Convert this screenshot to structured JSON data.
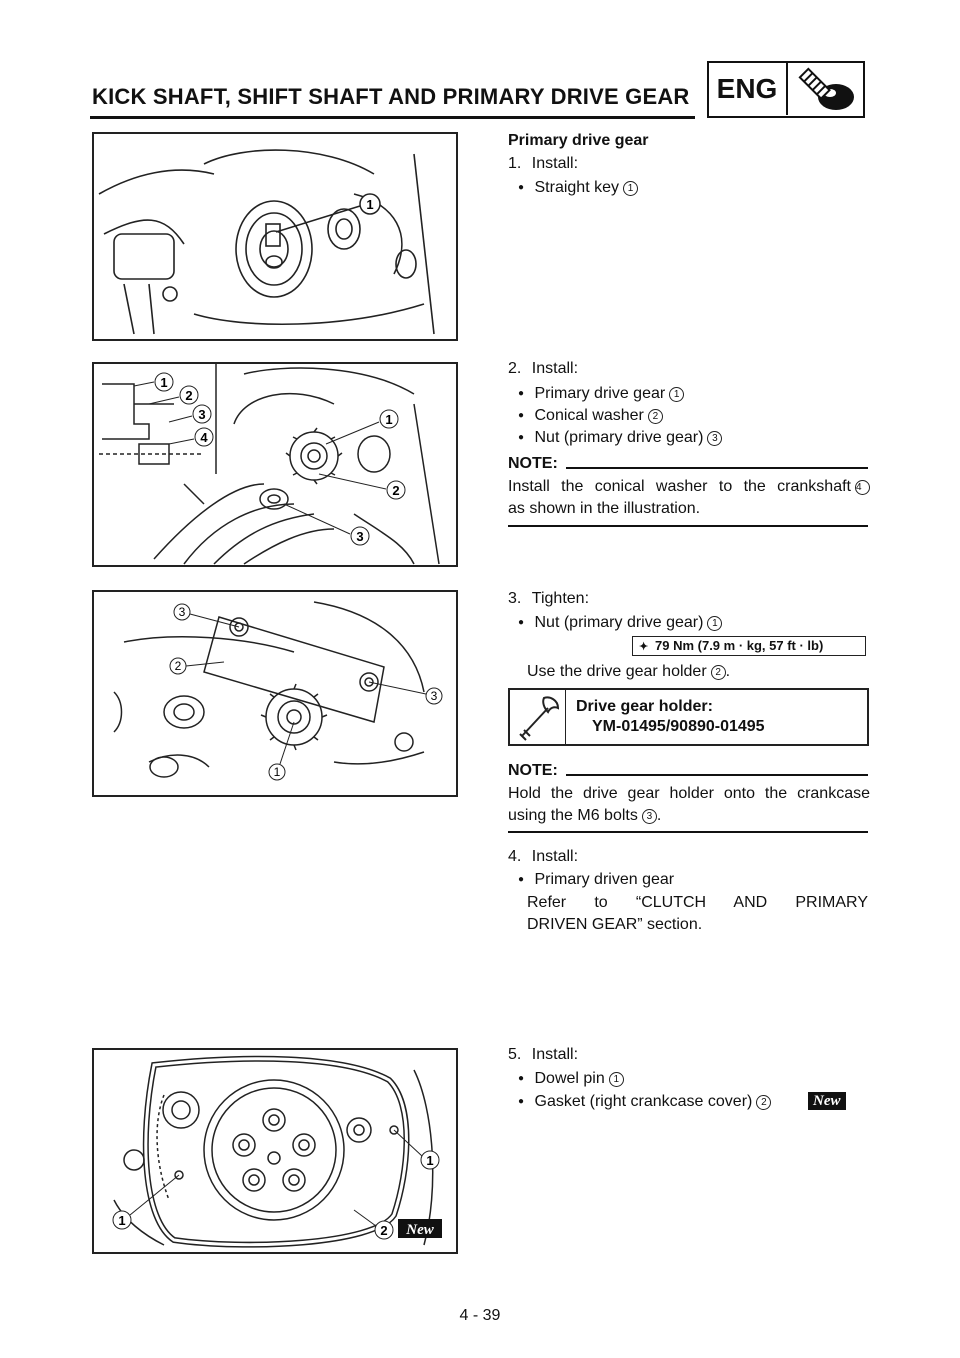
{
  "header": {
    "title": "KICK SHAFT, SHIFT SHAFT AND PRIMARY DRIVE GEAR",
    "section_code": "ENG",
    "section_icon": "engine-icon"
  },
  "step1": {
    "heading": "Primary drive gear",
    "number": "1.",
    "action": "Install:",
    "items": [
      {
        "text": "Straight key",
        "ref": "1"
      }
    ]
  },
  "step2": {
    "number": "2.",
    "action": "Install:",
    "items": [
      {
        "text": "Primary drive gear",
        "ref": "1"
      },
      {
        "text": "Conical washer",
        "ref": "2"
      },
      {
        "text": "Nut (primary drive gear)",
        "ref": "3"
      }
    ],
    "note_label": "NOTE:",
    "note_lines": [
      "Install the conical washer to the crankshaft",
      "as shown in the illustration."
    ],
    "note_ref": "4"
  },
  "step3": {
    "number": "3.",
    "action": "Tighten:",
    "items": [
      {
        "text": "Nut (primary drive gear)",
        "ref": "1"
      }
    ],
    "torque": "79 Nm (7.9 m · kg, 57 ft · lb)",
    "instruction": "Use the drive gear holder",
    "instruction_ref": "2",
    "tool_name": "Drive gear holder:",
    "tool_part": "YM-01495/90890-01495",
    "note_label": "NOTE:",
    "note_lines": [
      "Hold the drive gear holder onto the crankcase",
      "using the M6 bolts"
    ],
    "note_ref": "3"
  },
  "step4": {
    "number": "4.",
    "action": "Install:",
    "items": [
      {
        "text": "Primary driven gear"
      }
    ],
    "ref_lines": [
      "Refer to “CLUTCH AND PRIMARY",
      "DRIVEN GEAR” section."
    ]
  },
  "step5": {
    "number": "5.",
    "action": "Install:",
    "items": [
      {
        "text": "Dowel pin",
        "ref": "1"
      },
      {
        "text": "Gasket (right crankcase cover)",
        "ref": "2"
      }
    ],
    "new_badge": "New"
  },
  "figures": {
    "fig1_callouts": [
      "1"
    ],
    "fig2_callouts": [
      "1",
      "2",
      "3",
      "4",
      "1",
      "2",
      "3"
    ],
    "fig3_callouts": [
      "3",
      "2",
      "3",
      "1"
    ],
    "fig5_callouts": [
      "1",
      "1",
      "2"
    ],
    "fig5_badge": "New"
  },
  "footer": {
    "page_number": "4 - 39"
  }
}
